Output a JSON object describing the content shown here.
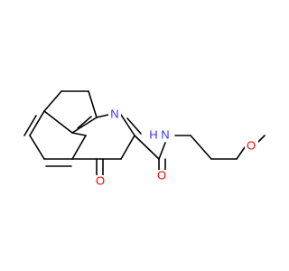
{
  "structure": {
    "atoms": {
      "ring_nitrogen": {
        "symbol": "N",
        "color": "#3333ff"
      },
      "ketone_oxygen": {
        "symbol": "O",
        "color": "#ff0000"
      },
      "amide_oxygen": {
        "symbol": "O",
        "color": "#ff0000"
      },
      "amide_nitrogen": {
        "symbol": "N",
        "color": "#3333ff"
      },
      "amide_hydrogen": {
        "symbol": "H",
        "color": "#3333ff"
      },
      "ether_oxygen": {
        "symbol": "O",
        "color": "#ff0000"
      }
    },
    "bond_color": "#000000"
  }
}
